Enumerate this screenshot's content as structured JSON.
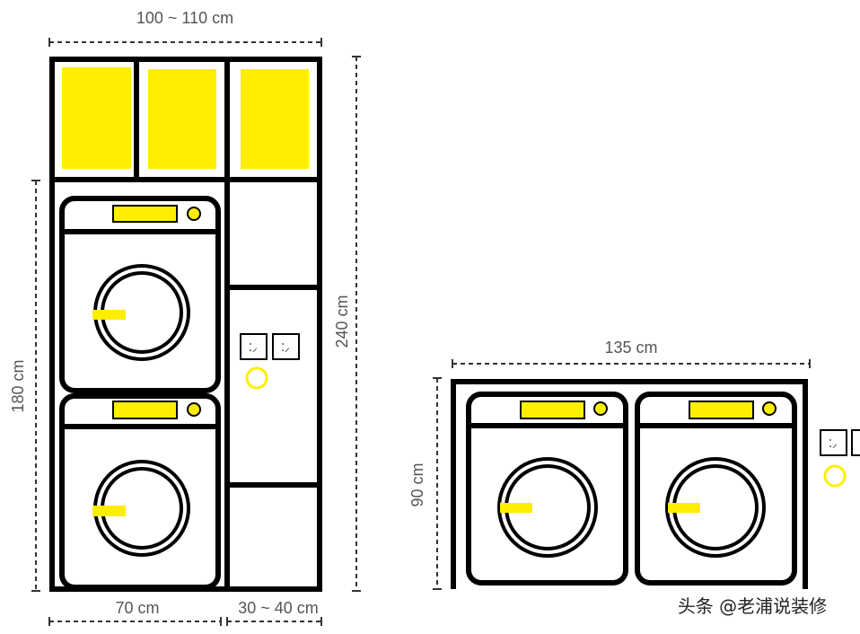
{
  "colors": {
    "accent": "#ffee00",
    "line": "#000000",
    "label": "#555555"
  },
  "stacked_layout": {
    "width_label": "100 ~ 110 cm",
    "height_label_left": "180 cm",
    "height_label_right": "240 cm",
    "washer_width_label": "70 cm",
    "side_width_label": "30 ~ 40 cm"
  },
  "side_by_side_layout": {
    "width_label": "135 cm",
    "height_label": "90 cm"
  },
  "icons": [
    "washing-machine-icon",
    "power-socket-icon",
    "faucet-circle-icon"
  ],
  "watermark": "头条 @老浦说装修"
}
